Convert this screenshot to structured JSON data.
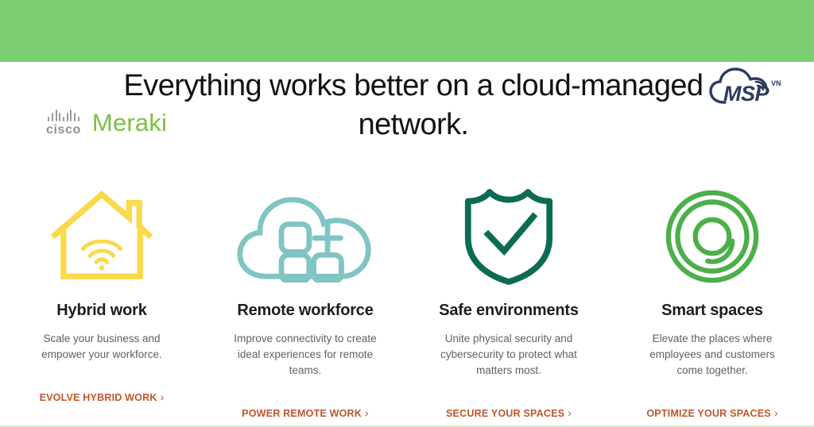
{
  "brand": {
    "cisco_word": "cisco",
    "meraki_word": "Meraki",
    "msp_word": "MSP",
    "msp_superscript": "VN",
    "green_band_color": "#7ACE70",
    "meraki_green": "#7AC143",
    "msp_navy": "#2B3B5C",
    "cta_color": "#C0562D"
  },
  "header": {
    "headline": "Everything works better on a cloud-managed network."
  },
  "cards": [
    {
      "icon": "house-wifi-icon",
      "icon_color": "#FBD94B",
      "title": "Hybrid work",
      "description": "Scale your business and empower your workforce.",
      "cta_label": "EVOLVE HYBRID WORK",
      "cta_chevron": "›"
    },
    {
      "icon": "cloud-apps-icon",
      "icon_color": "#80C4C4",
      "title": "Remote workforce",
      "description": "Improve connectivity to create ideal experiences for remote teams.",
      "cta_label": "POWER REMOTE WORK",
      "cta_chevron": "›"
    },
    {
      "icon": "shield-check-icon",
      "icon_color": "#0B6B53",
      "title": "Safe environments",
      "description": "Unite physical security and cybersecurity to protect what matters most.",
      "cta_label": "SECURE YOUR SPACES",
      "cta_chevron": "›"
    },
    {
      "icon": "smart-spaces-circles-icon",
      "icon_color": "#4CAF4A",
      "title": "Smart spaces",
      "description": "Elevate the places where employees and customers come together.",
      "cta_label": "OPTIMIZE YOUR SPACES",
      "cta_chevron": "›"
    }
  ]
}
